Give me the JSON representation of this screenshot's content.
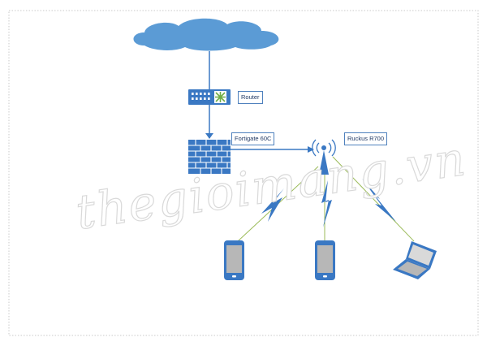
{
  "labels": {
    "router": "Router",
    "firewall": "Fortigate 60C",
    "access_point": "Ruckus R700"
  },
  "watermark": "thegioimang.vn",
  "colors": {
    "device_blue": "#3a78c3",
    "cloud_blue": "#5b9bd5",
    "label_border": "#4f81bd",
    "wireless_link": "#9bbb59"
  },
  "nodes": [
    {
      "id": "internet",
      "icon": "cloud-icon"
    },
    {
      "id": "router",
      "icon": "router-icon"
    },
    {
      "id": "firewall",
      "icon": "firewall-icon"
    },
    {
      "id": "access_point",
      "icon": "wireless-access-point-icon"
    },
    {
      "id": "phone_1",
      "icon": "smartphone-icon"
    },
    {
      "id": "phone_2",
      "icon": "smartphone-icon"
    },
    {
      "id": "laptop",
      "icon": "laptop-icon"
    }
  ],
  "edges": [
    {
      "from": "internet",
      "to": "router",
      "type": "wired"
    },
    {
      "from": "router",
      "to": "firewall",
      "type": "wired"
    },
    {
      "from": "firewall",
      "to": "access_point",
      "type": "wired"
    },
    {
      "from": "access_point",
      "to": "phone_1",
      "type": "wireless"
    },
    {
      "from": "access_point",
      "to": "phone_2",
      "type": "wireless"
    },
    {
      "from": "access_point",
      "to": "laptop",
      "type": "wireless"
    }
  ]
}
